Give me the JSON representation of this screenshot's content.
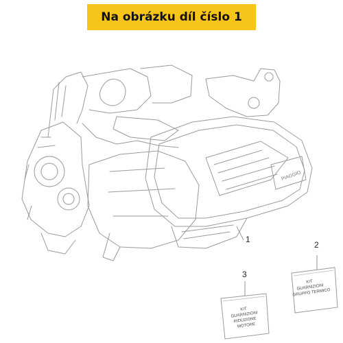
{
  "banner": {
    "text": "Na obrázku díl číslo 1"
  },
  "callouts": [
    {
      "number": "1"
    },
    {
      "number": "2"
    },
    {
      "number": "3"
    }
  ],
  "kits": {
    "kit_2": [
      "KIT",
      "GUARNIZIONI",
      "GRUPPO TERMICO"
    ],
    "kit_3": [
      "KIT",
      "GUARNIZIONI",
      "RIDUZIONE",
      "MOTORE"
    ]
  },
  "engine": {
    "brand_mark": "PIAGGIO"
  },
  "colors": {
    "banner": "#f7c519",
    "line": "#9a9a9a",
    "text": "#222222"
  }
}
